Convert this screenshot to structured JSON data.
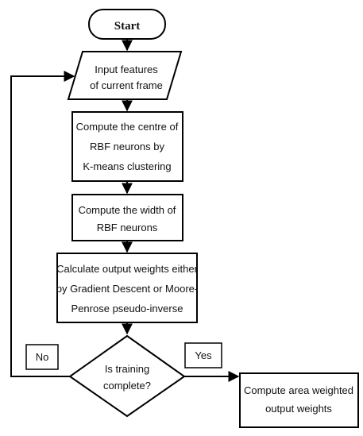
{
  "diagram": {
    "start": "Start",
    "input": [
      "Input features",
      "of current frame"
    ],
    "centre": [
      "Compute the centre of",
      "RBF neurons by",
      "K-means clustering"
    ],
    "width": [
      "Compute the width of",
      "RBF neurons"
    ],
    "weights": [
      "Calculate output weights either",
      "by Gradient Descent or Moore-",
      "Penrose pseudo-inverse"
    ],
    "decision": [
      "Is training",
      "complete?"
    ],
    "no_label": "No",
    "yes_label": "Yes",
    "output": [
      "Compute area weighted",
      "output weights"
    ]
  }
}
